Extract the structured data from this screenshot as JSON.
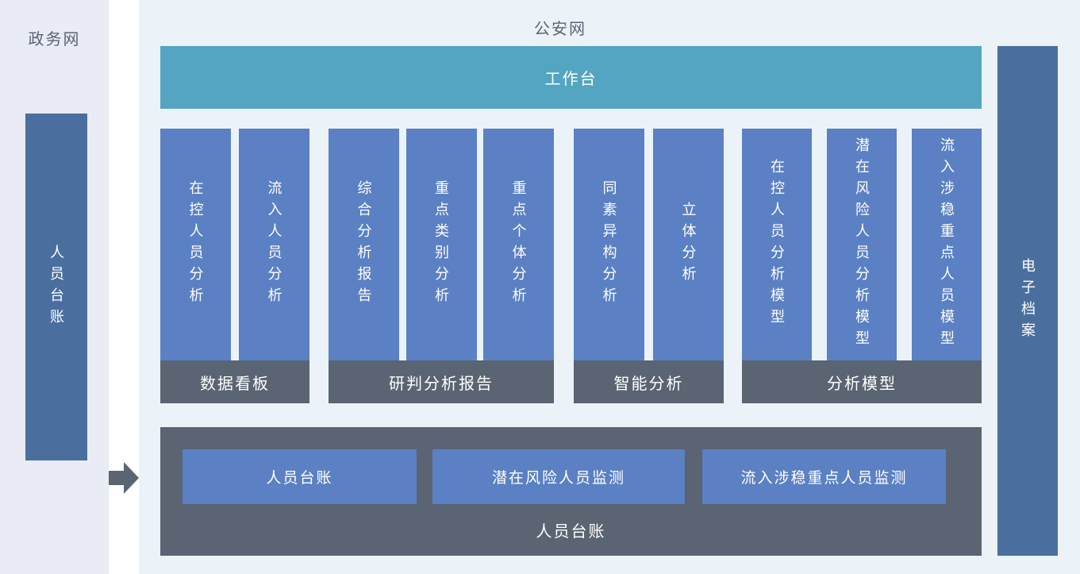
{
  "left_panel": {
    "title": "政务网",
    "bar_label": "人员台账"
  },
  "main_panel": {
    "title": "公安网",
    "workbench_label": "工作台",
    "groups": [
      {
        "footer": "数据看板",
        "bars": [
          "在控人员分析",
          "流入人员分析"
        ]
      },
      {
        "footer": "研判分析报告",
        "bars": [
          "综合分析报告",
          "重点类别分析",
          "重点个体分析"
        ]
      },
      {
        "footer": "智能分析",
        "bars": [
          "同素异构分析",
          "立体分析"
        ]
      },
      {
        "footer": "分析模型",
        "bars": [
          "在控人员分析模型",
          "潜在风险人员分析模型",
          "流入涉稳重点人员模型"
        ]
      }
    ],
    "bottom_box": {
      "buttons": [
        "人员台账",
        "潜在风险人员监测",
        "流入涉稳重点人员监测"
      ],
      "label": "人员台账"
    },
    "right_bar_label": "电子档案"
  },
  "icons": {
    "flow_arrow": "right-block-arrow"
  },
  "colors": {
    "left_panel_bg": "#e9ecf5",
    "main_panel_bg": "#ebf3f8",
    "workbench_teal": "#54a5c1",
    "module_blue": "#5b81c4",
    "dark_slate": "#5a6473",
    "side_bar_steel_blue": "#4a6f9f",
    "title_gray": "#5b6574",
    "bar_text": "#ffffff"
  }
}
